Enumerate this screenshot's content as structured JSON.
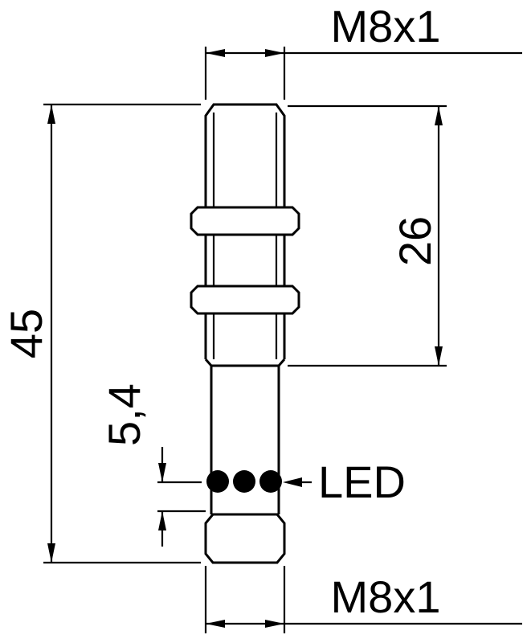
{
  "drawing": {
    "labels": {
      "top_thread": "M8x1",
      "overall_length": "45",
      "thread_length": "26",
      "led_offset": "5,4",
      "led": "LED",
      "bottom_thread": "M8x1"
    },
    "colors": {
      "line": "#000000",
      "background": "#ffffff"
    }
  }
}
